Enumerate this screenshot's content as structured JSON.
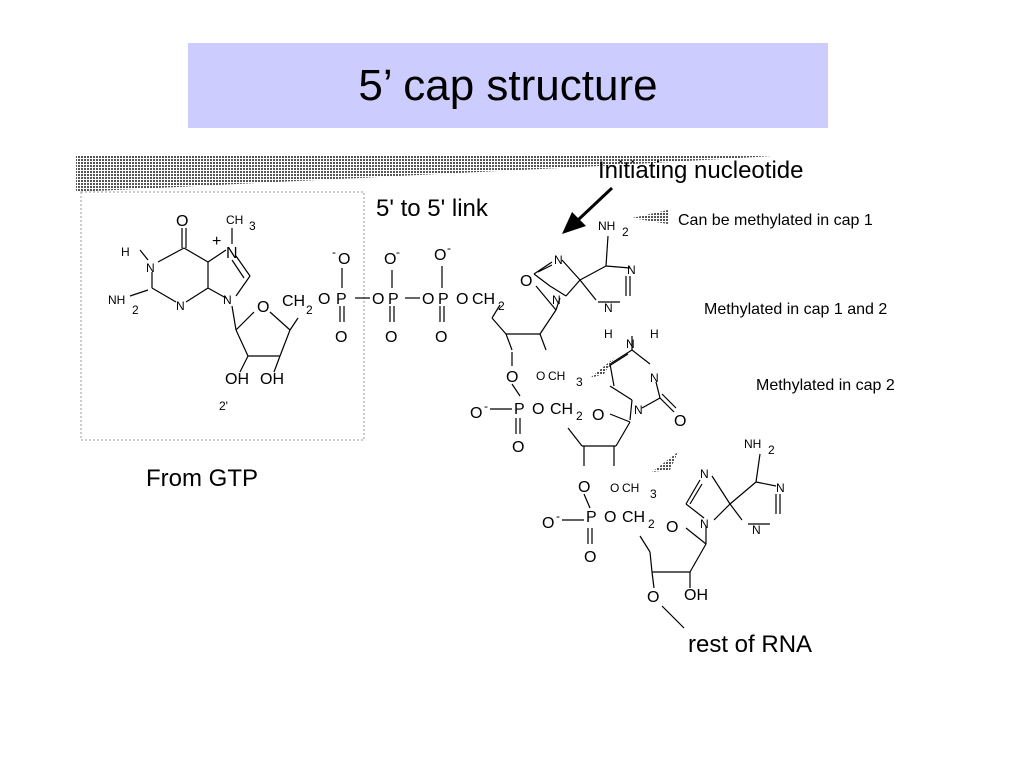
{
  "title": "5’ cap structure",
  "labels": {
    "link": "5' to 5' link",
    "initiating": "Initiating nucleotide",
    "cap1": "Can be methylated in cap 1",
    "cap12": "Methylated in cap 1 and 2",
    "cap2": "Methylated in cap 2",
    "from_gtp": "From GTP",
    "rest": "rest of RNA",
    "prime2": "2'"
  },
  "colors": {
    "title_bg": "#ccccff"
  }
}
